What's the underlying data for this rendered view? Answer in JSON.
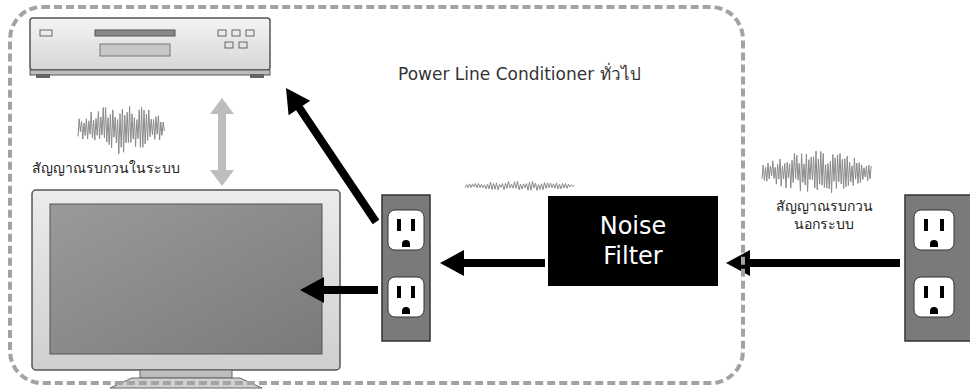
{
  "diagram": {
    "nodes": [
      {
        "text": [
          "Power Line Conditioner ทั่วไป"
        ]
      },
      {
        "text": [
          "Noise Filter"
        ],
        "in": 0
      }
    ],
    "labels": [
      "สัญญาณรบกวนในระบบ",
      "สัญญาณรบกวน นอกระบบ"
    ]
  }
}
